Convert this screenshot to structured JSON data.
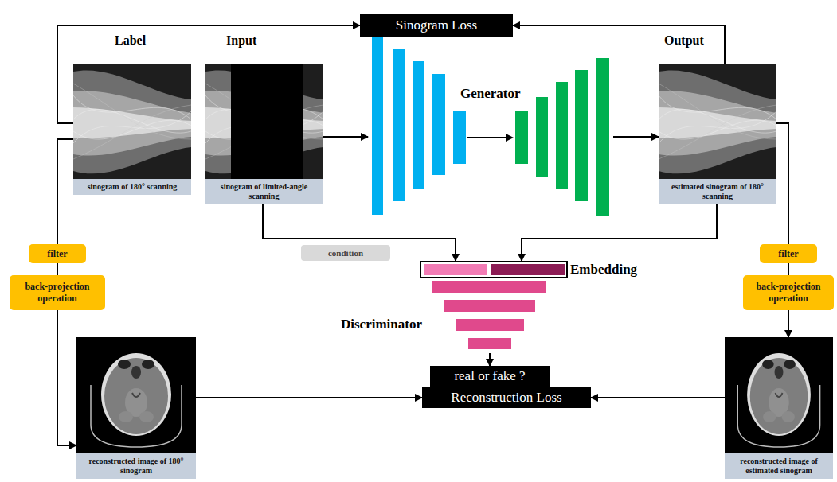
{
  "diagram": {
    "nodes": [
      {
        "text": [
          "Sinogram Loss"
        ]
      },
      {
        "text": [
          "Label",
          "sinogram of 180° scanning"
        ]
      },
      {
        "text": [
          "Input",
          "sinogram of limited-angle scanning"
        ]
      },
      {
        "text": [
          "Generator"
        ]
      },
      {
        "text": [
          "Output",
          "estimated sinogram of 180° scanning"
        ]
      },
      {
        "text": [
          "filter"
        ]
      },
      {
        "text": [
          "back-projection operation"
        ]
      },
      {
        "text": [
          "Embedding",
          "Discriminator"
        ]
      },
      {
        "text": [
          "filter"
        ]
      },
      {
        "text": [
          "back-projection operation"
        ]
      },
      {
        "text": [
          "real or fake ?"
        ]
      },
      {
        "text": [
          "reconstructed image of 180° sinogram"
        ]
      },
      {
        "text": [
          "Reconstruction Loss"
        ]
      },
      {
        "text": [
          "reconstructed image of estimated sinogram"
        ]
      }
    ],
    "edges": [
      {
        "from": 1,
        "to": 0,
        "arrow": "to"
      },
      {
        "from": 4,
        "to": 0,
        "arrow": "to"
      },
      {
        "from": 2,
        "to": 3,
        "arrow": "to"
      },
      {
        "from": 3,
        "to": 4,
        "arrow": "to"
      },
      {
        "from": 2,
        "to": 7,
        "label": "condition",
        "arrow": "to"
      },
      {
        "from": 4,
        "to": 7,
        "arrow": "to"
      },
      {
        "from": 7,
        "to": 10,
        "arrow": "to"
      },
      {
        "from": 1,
        "to": 5,
        "arrow": "none"
      },
      {
        "from": 5,
        "to": 6,
        "arrow": "none"
      },
      {
        "from": 6,
        "to": 11,
        "arrow": "to"
      },
      {
        "from": 4,
        "to": 8,
        "arrow": "none"
      },
      {
        "from": 8,
        "to": 9,
        "arrow": "none"
      },
      {
        "from": 9,
        "to": 13,
        "arrow": "to"
      },
      {
        "from": 11,
        "to": 12,
        "arrow": "to"
      },
      {
        "from": 13,
        "to": 12,
        "arrow": "to"
      }
    ]
  }
}
